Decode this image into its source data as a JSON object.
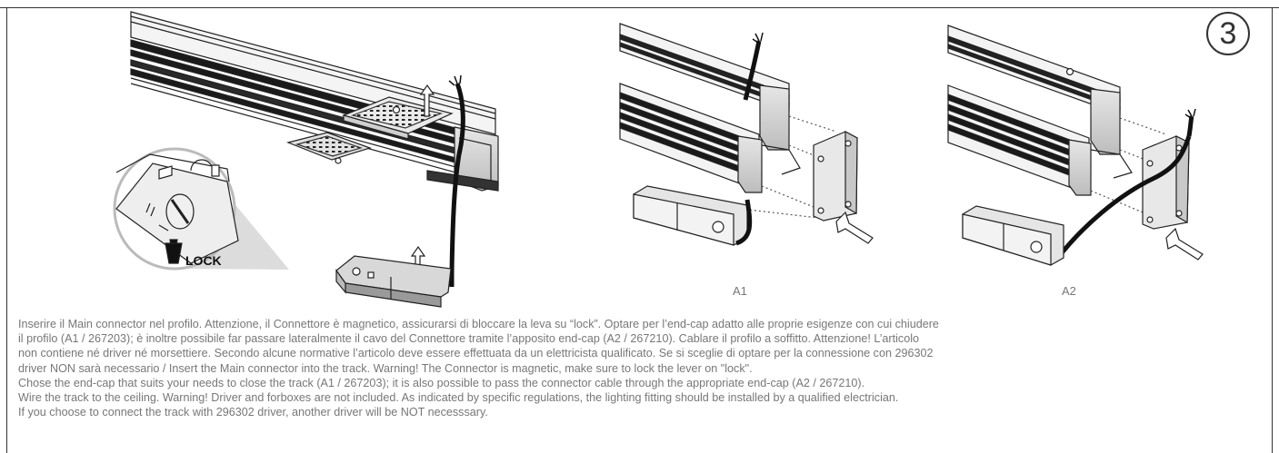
{
  "step_number": "3",
  "figure_labels": {
    "lock": "LOCK",
    "a1": "A1",
    "a2": "A2"
  },
  "description_lines": [
    "Inserire il Main connector nel profilo. Attenzione, il Connettore è magnetico, assicurarsi di bloccare la leva su “lock”. Optare per l’end-cap adatto alle proprie esigenze  con cui chiudere",
    "il profilo (A1 / 267203); è inoltre possibile far passare lateralmente il cavo del Connettore tramite l’apposito end-cap (A2 / 267210). Cablare il profilo a soffitto. Attenzione! L’articolo",
    "non contiene né driver né morsettiere. Secondo alcune normative l’articolo deve essere effettuata da un elettricista qualificato. Se si sceglie di optare per la connessione con 296302",
    "driver NON sarà necessario  / Insert the Main connector  into the track. Warning! The Connector is magnetic, make sure to lock the lever on \"lock\".",
    "Chose the end-cap that suits your needs to close the track (A1 / 267203); it is also possible to pass the connector cable through the appropriate end-cap (A2 / 267210).",
    "Wire the track to the ceiling.  Warning! Driver and forboxes are not included. As indicated by specific regulations, the lighting fitting should be installed by a qualified electrician.",
    "If you choose to connect the track with 296302 driver, another driver will be NOT necesssary."
  ]
}
